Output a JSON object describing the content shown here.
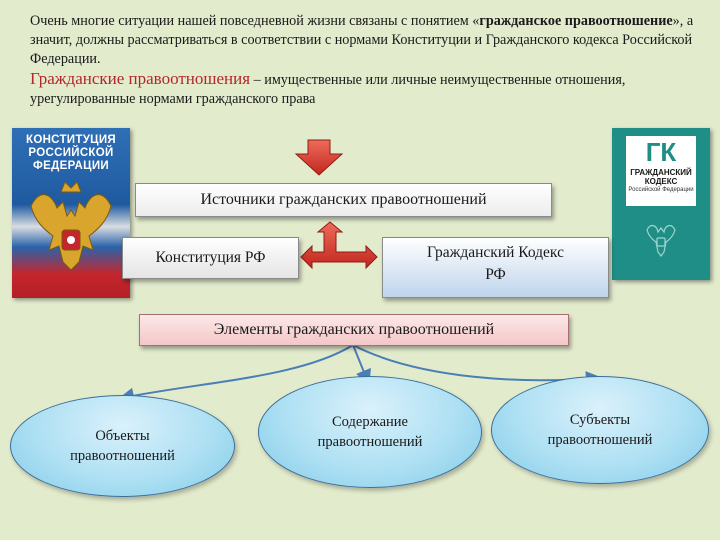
{
  "intro": {
    "p1_part1": "Очень многие ситуации нашей повседневной жизни связаны с понятием «",
    "p1_bold": "гражданское правоотношение",
    "p1_part2": "», а значит, должны рассматриваться в соответствии с нормами Конституции и Гражданского кодекса  Российской Федерации.",
    "term": "Гражданские правоотношения",
    "definition": " – имущественные или личные неимущественные отношения, урегулированные нормами гражданского права"
  },
  "diagram": {
    "sources": "Источники гражданских правоотношений",
    "constitution": "Конституция РФ",
    "civil_code_line1": "Гражданский Кодекс",
    "civil_code_line2": "РФ",
    "elements": "Элементы гражданских правоотношений",
    "objects_line1": "Объекты",
    "objects_line2": "правоотношений",
    "content_line1": "Содержание",
    "content_line2": "правоотношений",
    "subjects_line1": "Субъекты",
    "subjects_line2": "правоотношений"
  },
  "images": {
    "constitution_cover_title": "КОНСТИТУЦИЯ РОССИЙСКОЙ ФЕДЕРАЦИИ",
    "code_cover_abbr": "ГК",
    "code_cover_title": "ГРАЖДАНСКИЙ КОДЕКС",
    "code_cover_subtitle": "Российской Федерации",
    "emblem_icon": "double-headed-eagle-icon"
  },
  "colors": {
    "background": "#e3ebcd",
    "term": "#b3262a",
    "arrow_red": "#d9342c",
    "connector_blue": "#4a7fb5",
    "ellipse_fill": "#aee0f3"
  }
}
